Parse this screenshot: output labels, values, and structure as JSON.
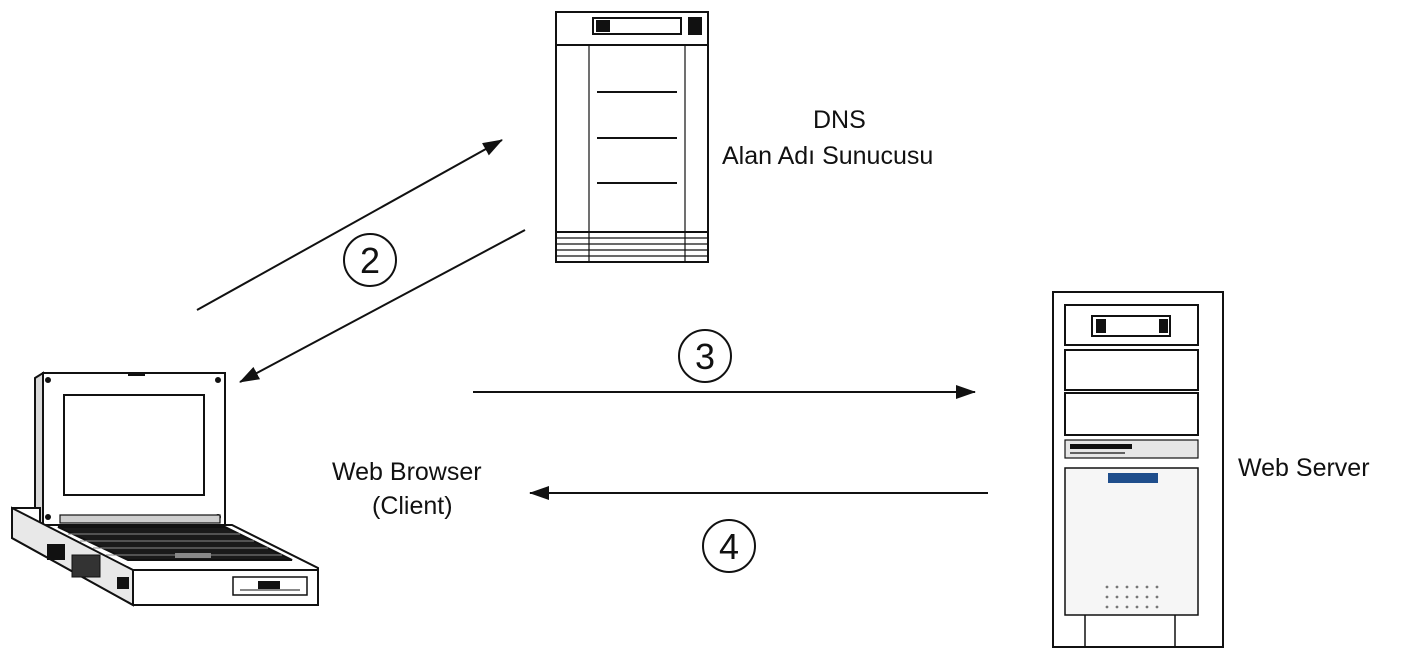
{
  "labels": {
    "dns_line1": "DNS",
    "dns_line2": "Alan Adı Sunucusu",
    "web_server": "Web Server",
    "browser_line1": "Web Browser",
    "browser_line2": "(Client)"
  },
  "steps": [
    "2",
    "3",
    "4"
  ],
  "colors": {
    "stroke": "#111111",
    "accent": "#1f4e8c"
  },
  "icons": [
    "dns-server-icon",
    "web-server-icon",
    "laptop-icon"
  ]
}
